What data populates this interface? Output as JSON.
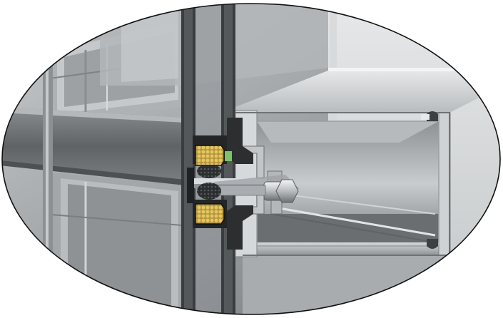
{
  "image": {
    "kind": "3d-render",
    "subject": "curtain-wall-mullion-section",
    "frame_shape": "ellipse",
    "colors": {
      "background": "#ffffff",
      "outline": "#111111",
      "wall_light": "#bfc2c4",
      "wall_dark": "#6c7074",
      "glass_frame": "#8e9295",
      "glass_edge": "#3a3d40",
      "aluminium_light": "#dcdfe1",
      "aluminium_mid": "#a7abae",
      "aluminium_dark": "#5d6164",
      "gasket": "#2a2c2e",
      "spacer_gold": "#c9a84a",
      "seal_green": "#7cc46a"
    }
  }
}
